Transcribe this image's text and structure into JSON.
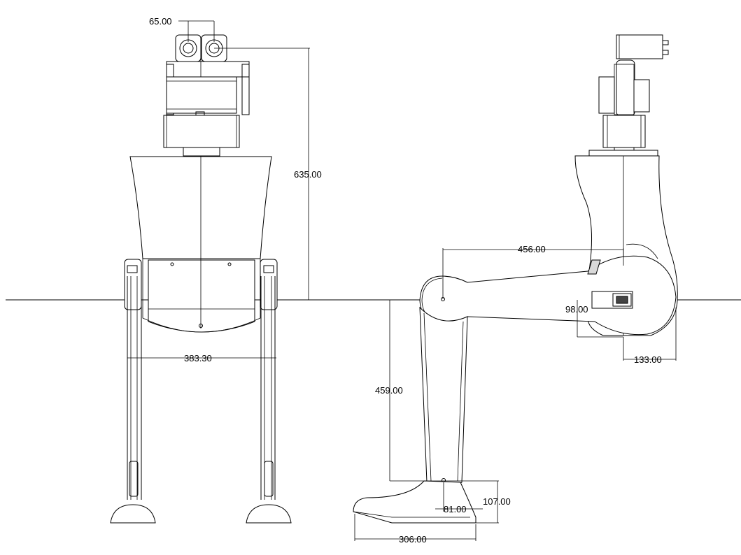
{
  "dimensions": {
    "camera_spacing": "65.00",
    "total_height": "635.00",
    "hip_width": "383.30",
    "arm_length": "456.00",
    "leg_length": "459.00",
    "arm_thickness": "98.00",
    "shoulder_offset": "133.00",
    "foot_height": "107.00",
    "ankle_width": "81.00",
    "foot_length": "306.00"
  },
  "colors": {
    "line": "#000000",
    "background": "#ffffff"
  }
}
